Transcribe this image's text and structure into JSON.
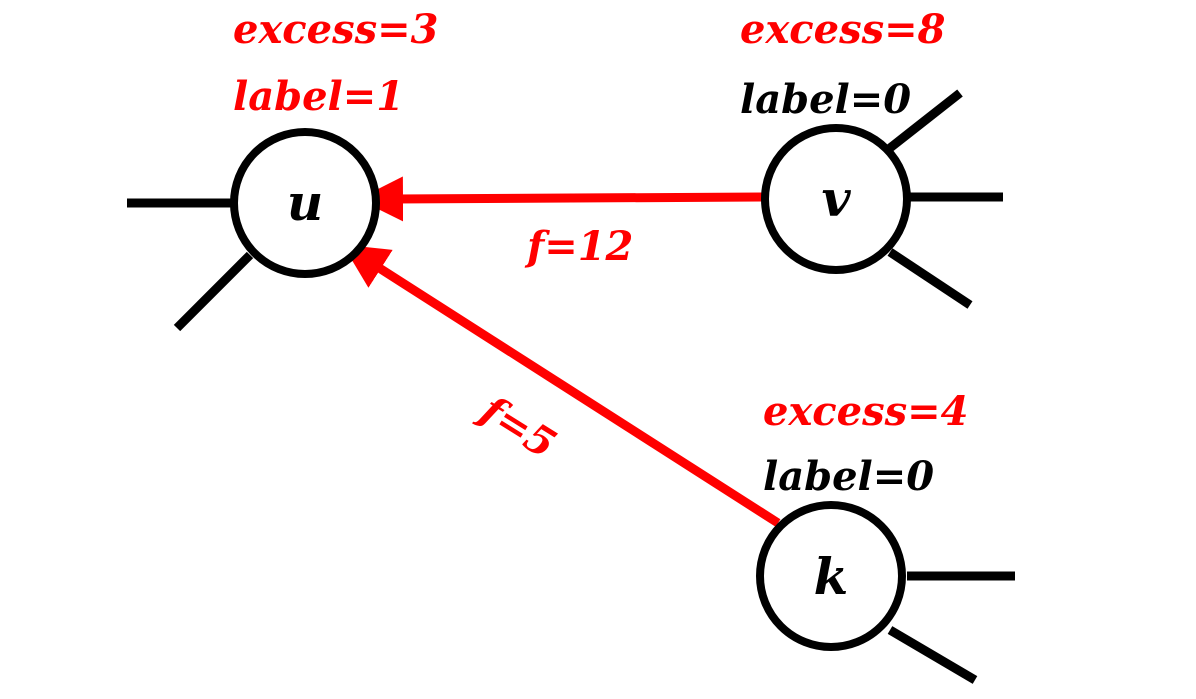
{
  "colors": {
    "highlight": "#ff0000",
    "ink": "#000000",
    "background": "#ffffff"
  },
  "nodes": {
    "u": {
      "name": "u",
      "excess": "excess=3",
      "label": "label=1",
      "label_color": "#ff0000"
    },
    "v": {
      "name": "v",
      "excess": "excess=8",
      "label": "label=0",
      "label_color": "#000000"
    },
    "k": {
      "name": "k",
      "excess": "excess=4",
      "label": "label=0",
      "label_color": "#000000"
    }
  },
  "edges": {
    "v_to_u": {
      "from": "v",
      "to": "u",
      "flow": "f=12"
    },
    "k_to_u": {
      "from": "k",
      "to": "u",
      "flow": "f=5"
    }
  }
}
